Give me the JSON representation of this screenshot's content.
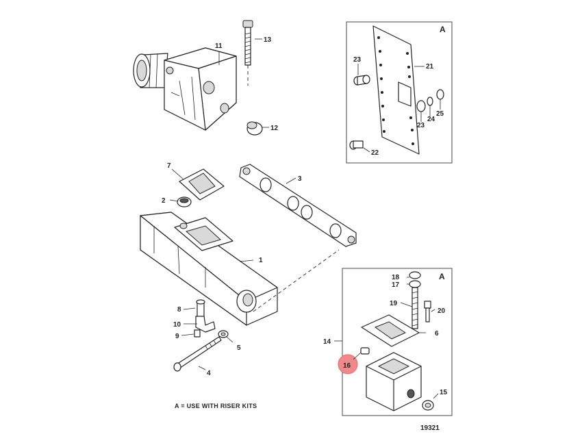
{
  "callouts": {
    "c1": "1",
    "c2": "2",
    "c3": "3",
    "c4": "4",
    "c5": "5",
    "c6": "6",
    "c7": "7",
    "c8": "8",
    "c9": "9",
    "c10": "10",
    "c11": "11",
    "c12": "12",
    "c13": "13",
    "c14": "14",
    "c15": "15",
    "c16": "16",
    "c17": "17",
    "c18": "18",
    "c19": "19",
    "c20": "20",
    "c21": "21",
    "c22": "22",
    "c23a": "23",
    "c23b": "23",
    "c24": "24",
    "c25": "25"
  },
  "inset_top": {
    "label": "A"
  },
  "inset_bottom": {
    "label": "A"
  },
  "note": "A = USE WITH RISER KITS",
  "figure_number": "19321",
  "highlight": {
    "part": "16",
    "color": "#f08a8a"
  }
}
